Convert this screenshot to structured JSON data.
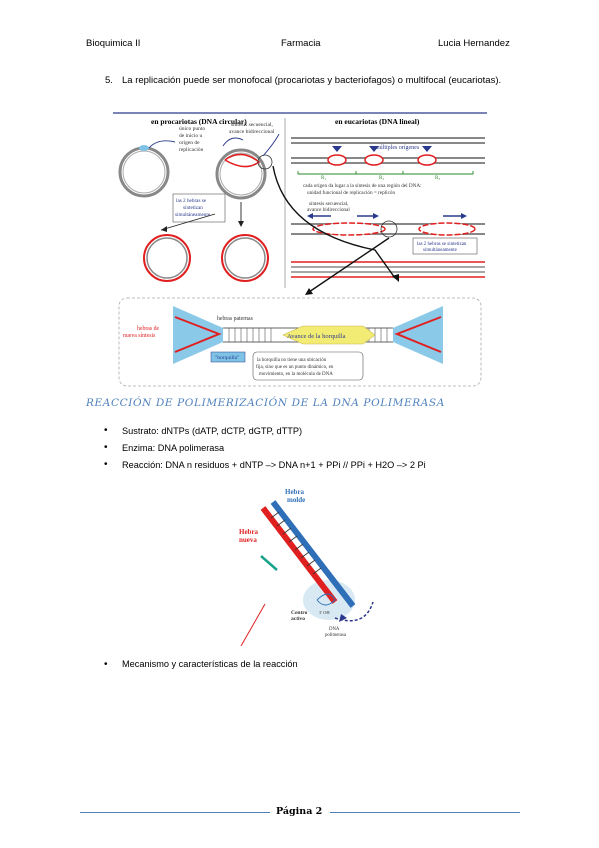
{
  "header": {
    "left": "Bioquimica II",
    "center": "Farmacia",
    "right": "Lucia Hernandez"
  },
  "item5": {
    "number": "5.",
    "text": "La replicación puede ser monofocal (procariotas y bacteriofagos) o multifocal (eucariotas)."
  },
  "figure1": {
    "title_left": "en procariotas (DNA circular)",
    "title_right": "en eucariotas (DNA lineal)",
    "label_origin": [
      "único punto",
      "de inicio u",
      "origen de",
      "replicación"
    ],
    "label_sequential_left": [
      "síntesis secuencial,",
      "avance bidireccional"
    ],
    "label_two_strands_left": [
      "las 2 hebras se",
      "sintetizan",
      "simultáneamente"
    ],
    "label_multiple_origins": "múltiples orígenes",
    "label_replicon": [
      "cada origen da lugar a la síntesis de una región del DNA:",
      "unidad funcional de replicación = replicón"
    ],
    "label_r1": "R₁",
    "label_r2": "R₂",
    "label_r3": "R₃",
    "label_sequential_right": [
      "síntesis secuencial,",
      "avance bidireccional"
    ],
    "label_two_strands_right": [
      "las 2 hebras se sintetizan",
      "simultáneamente"
    ],
    "label_parental": "hebras paternas",
    "label_new_strands": [
      "hebras de",
      "nueva síntesis"
    ],
    "label_fork_advance": "Avance de la horquilla",
    "label_fork": "\"horquilla\"",
    "label_fork_note": [
      "la horquilla no tiene una ubicación",
      "fija, sino que es un punto dinámico, en",
      "movimiento, en la molécula de DNA"
    ]
  },
  "section_title": "REACCIÓN DE POLIMERIZACIÓN DE LA DNA POLIMERASA",
  "bullets": [
    "Sustrato: dNTPs (dATP, dCTP, dGTP, dTTP)",
    "Enzima: DNA polimerasa",
    "Reacción: DNA n residuos + dNTP –> DNA n+1 + PPi // PPi + H2O –> 2 Pi"
  ],
  "figure2": {
    "label_template": [
      "Hebra",
      "molde"
    ],
    "label_new": [
      "Hebra",
      "nueva"
    ],
    "label_active_site": [
      "Centro",
      "activo"
    ],
    "label_polymerase": [
      "DNA",
      "polimerasa"
    ],
    "label_3oh": "3' OH"
  },
  "mechanism": "Mecanismo y características de la reacción",
  "footer": "Página 2",
  "colors": {
    "accent": "#4f81bd",
    "red_strand": "#e02020",
    "blue_strand": "#2f6fb8",
    "fork_fill": "#7ec3e6"
  }
}
